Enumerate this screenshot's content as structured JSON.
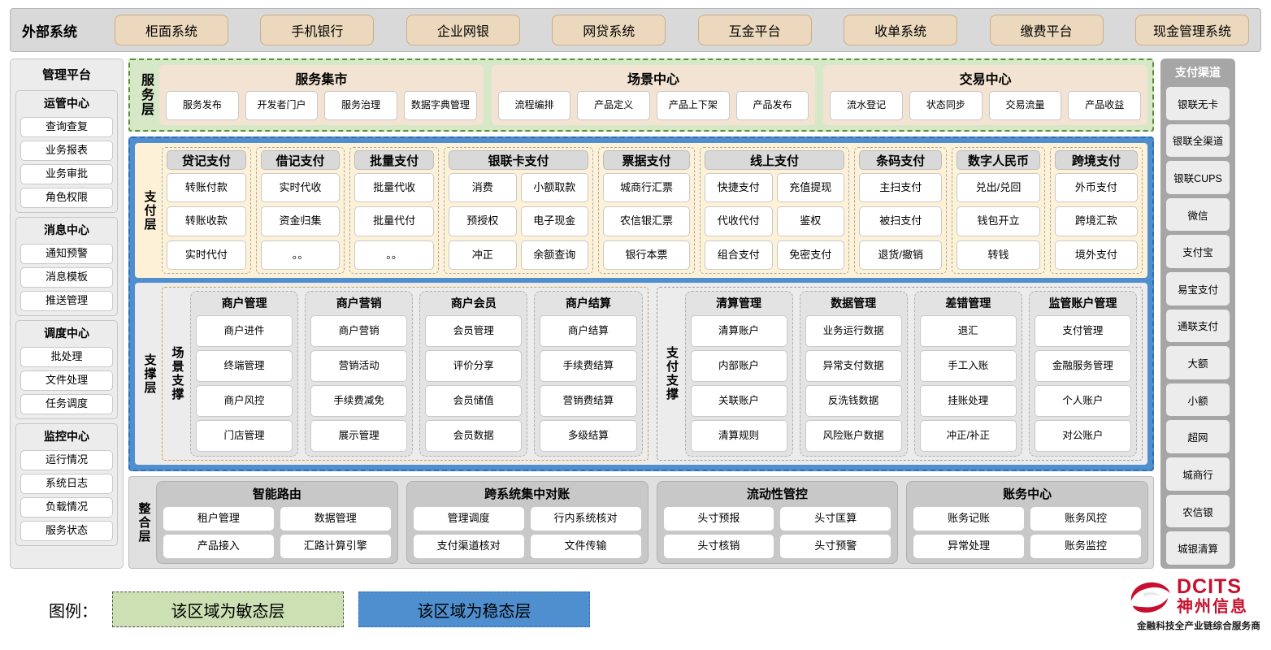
{
  "external": {
    "title": "外部系统",
    "items": [
      "柜面系统",
      "手机银行",
      "企业网银",
      "网贷系统",
      "互金平台",
      "收单系统",
      "缴费平台",
      "现金管理系统"
    ]
  },
  "management": {
    "title": "管理平台",
    "groups": [
      {
        "title": "运管中心",
        "items": [
          "查询查复",
          "业务报表",
          "业务审批",
          "角色权限"
        ]
      },
      {
        "title": "消息中心",
        "items": [
          "通知预警",
          "消息模板",
          "推送管理"
        ]
      },
      {
        "title": "调度中心",
        "items": [
          "批处理",
          "文件处理",
          "任务调度"
        ]
      },
      {
        "title": "监控中心",
        "items": [
          "运行情况",
          "系统日志",
          "负载情况",
          "服务状态"
        ]
      }
    ]
  },
  "service_layer": {
    "label": "服务层",
    "groups": [
      {
        "title": "服务集市",
        "items": [
          "服务发布",
          "开发者门户",
          "服务治理",
          "数据字典管理"
        ]
      },
      {
        "title": "场景中心",
        "items": [
          "流程编排",
          "产品定义",
          "产品上下架",
          "产品发布"
        ]
      },
      {
        "title": "交易中心",
        "items": [
          "流水登记",
          "状态同步",
          "交易流量",
          "产品收益"
        ]
      }
    ]
  },
  "payment_layer": {
    "label": "支付层",
    "groups": [
      {
        "title": "贷记支付",
        "columns": [
          [
            "转账付款",
            "转账收款",
            "实时代付"
          ]
        ]
      },
      {
        "title": "借记支付",
        "columns": [
          [
            "实时代收",
            "资金归集",
            "。。"
          ]
        ]
      },
      {
        "title": "批量支付",
        "columns": [
          [
            "批量代收",
            "批量代付",
            "。。"
          ]
        ]
      },
      {
        "title": "银联卡支付",
        "columns": [
          [
            "消费",
            "预授权",
            "冲正"
          ],
          [
            "小额取款",
            "电子现金",
            "余额查询"
          ]
        ]
      },
      {
        "title": "票据支付",
        "columns": [
          [
            "城商行汇票",
            "农信银汇票",
            "银行本票"
          ]
        ]
      },
      {
        "title": "线上支付",
        "columns": [
          [
            "快捷支付",
            "代收代付",
            "组合支付"
          ],
          [
            "充值提现",
            "鉴权",
            "免密支付"
          ]
        ]
      },
      {
        "title": "条码支付",
        "columns": [
          [
            "主扫支付",
            "被扫支付",
            "退货/撤销"
          ]
        ]
      },
      {
        "title": "数字人民币",
        "columns": [
          [
            "兑出/兑回",
            "钱包开立",
            "转钱"
          ]
        ]
      },
      {
        "title": "跨境支付",
        "columns": [
          [
            "外币支付",
            "跨境汇款",
            "境外支付"
          ]
        ]
      }
    ]
  },
  "support_layer": {
    "label": "支撑层",
    "blocks": [
      {
        "label": "场景支撑",
        "style": "dyn",
        "groups": [
          {
            "title": "商户管理",
            "items": [
              "商户进件",
              "终端管理",
              "商户风控",
              "门店管理"
            ]
          },
          {
            "title": "商户营销",
            "items": [
              "商户营销",
              "营销活动",
              "手续费减免",
              "展示管理"
            ]
          },
          {
            "title": "商户会员",
            "items": [
              "会员管理",
              "评价分享",
              "会员储值",
              "会员数据"
            ]
          },
          {
            "title": "商户结算",
            "items": [
              "商户结算",
              "手续费结算",
              "营销费结算",
              "多级结算"
            ]
          }
        ]
      },
      {
        "label": "支付支撑",
        "style": "sta",
        "groups": [
          {
            "title": "清算管理",
            "items": [
              "清算账户",
              "内部账户",
              "关联账户",
              "清算规则"
            ]
          },
          {
            "title": "数据管理",
            "items": [
              "业务运行数据",
              "异常支付数据",
              "反洗钱数据",
              "风险账户数据"
            ]
          },
          {
            "title": "差错管理",
            "items": [
              "退汇",
              "手工入账",
              "挂账处理",
              "冲正/补正"
            ]
          },
          {
            "title": "监管账户管理",
            "items": [
              "支付管理",
              "金融服务管理",
              "个人账户",
              "对公账户"
            ]
          }
        ]
      }
    ]
  },
  "integration_layer": {
    "label": "整合层",
    "groups": [
      {
        "title": "智能路由",
        "rows": [
          [
            "租户管理",
            "数据管理"
          ],
          [
            "产品接入",
            "汇路计算引擎"
          ]
        ]
      },
      {
        "title": "跨系统集中对账",
        "rows": [
          [
            "管理调度",
            "行内系统核对"
          ],
          [
            "支付渠道核对",
            "文件传输"
          ]
        ]
      },
      {
        "title": "流动性管控",
        "rows": [
          [
            "头寸预报",
            "头寸匡算"
          ],
          [
            "头寸核销",
            "头寸预警"
          ]
        ]
      },
      {
        "title": "账务中心",
        "rows": [
          [
            "账务记账",
            "账务风控"
          ],
          [
            "异常处理",
            "账务监控"
          ]
        ]
      }
    ]
  },
  "channels": {
    "title": "支付渠道",
    "items": [
      "银联无卡",
      "银联全渠道",
      "银联CUPS",
      "微信",
      "支付宝",
      "易宝支付",
      "通联支付",
      "大额",
      "小额",
      "超网",
      "城商行",
      "农信银",
      "城银清算"
    ]
  },
  "legend": {
    "label": "图例：",
    "dynamic": "该区域为敏态层",
    "stable": "该区域为稳态层"
  },
  "logo": {
    "en": "DCITS",
    "cn": "神州信息",
    "tagline": "金融科技全产业链综合服务商"
  },
  "colors": {
    "dynamic_green": "#d7e8c8",
    "stable_blue": "#4f8fd0",
    "payment_cream": "#fdf2d8",
    "external_tan": "#ecd9bd",
    "brand_red": "#c8102e"
  }
}
